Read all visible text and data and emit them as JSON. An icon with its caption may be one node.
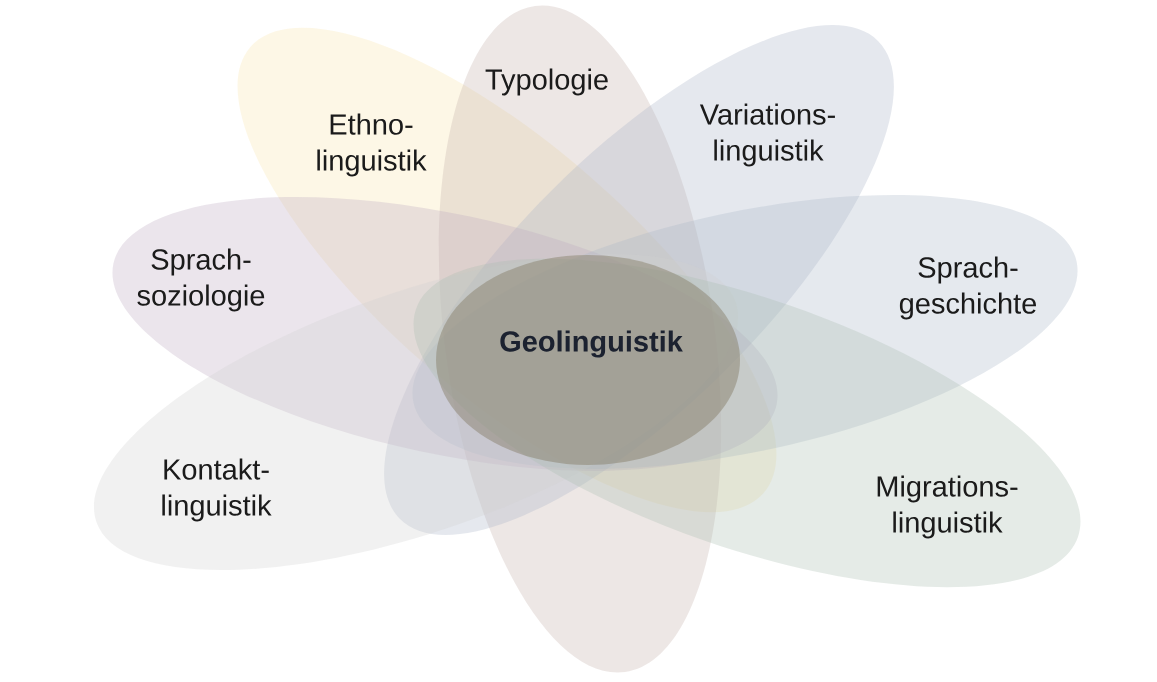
{
  "diagram": {
    "nodes": [
      {
        "text": [
          "Typologie"
        ]
      },
      {
        "text": [
          "Ethno- linguistik"
        ]
      },
      {
        "text": [
          "Variations- linguistik"
        ]
      },
      {
        "text": [
          "Sprach- soziologie"
        ]
      },
      {
        "text": [
          "Sprach- geschichte"
        ]
      },
      {
        "text": [
          "Geolinguistik"
        ]
      },
      {
        "text": [
          "Kontakt- linguistik"
        ]
      },
      {
        "text": [
          "Migrations- linguistik"
        ]
      }
    ]
  }
}
